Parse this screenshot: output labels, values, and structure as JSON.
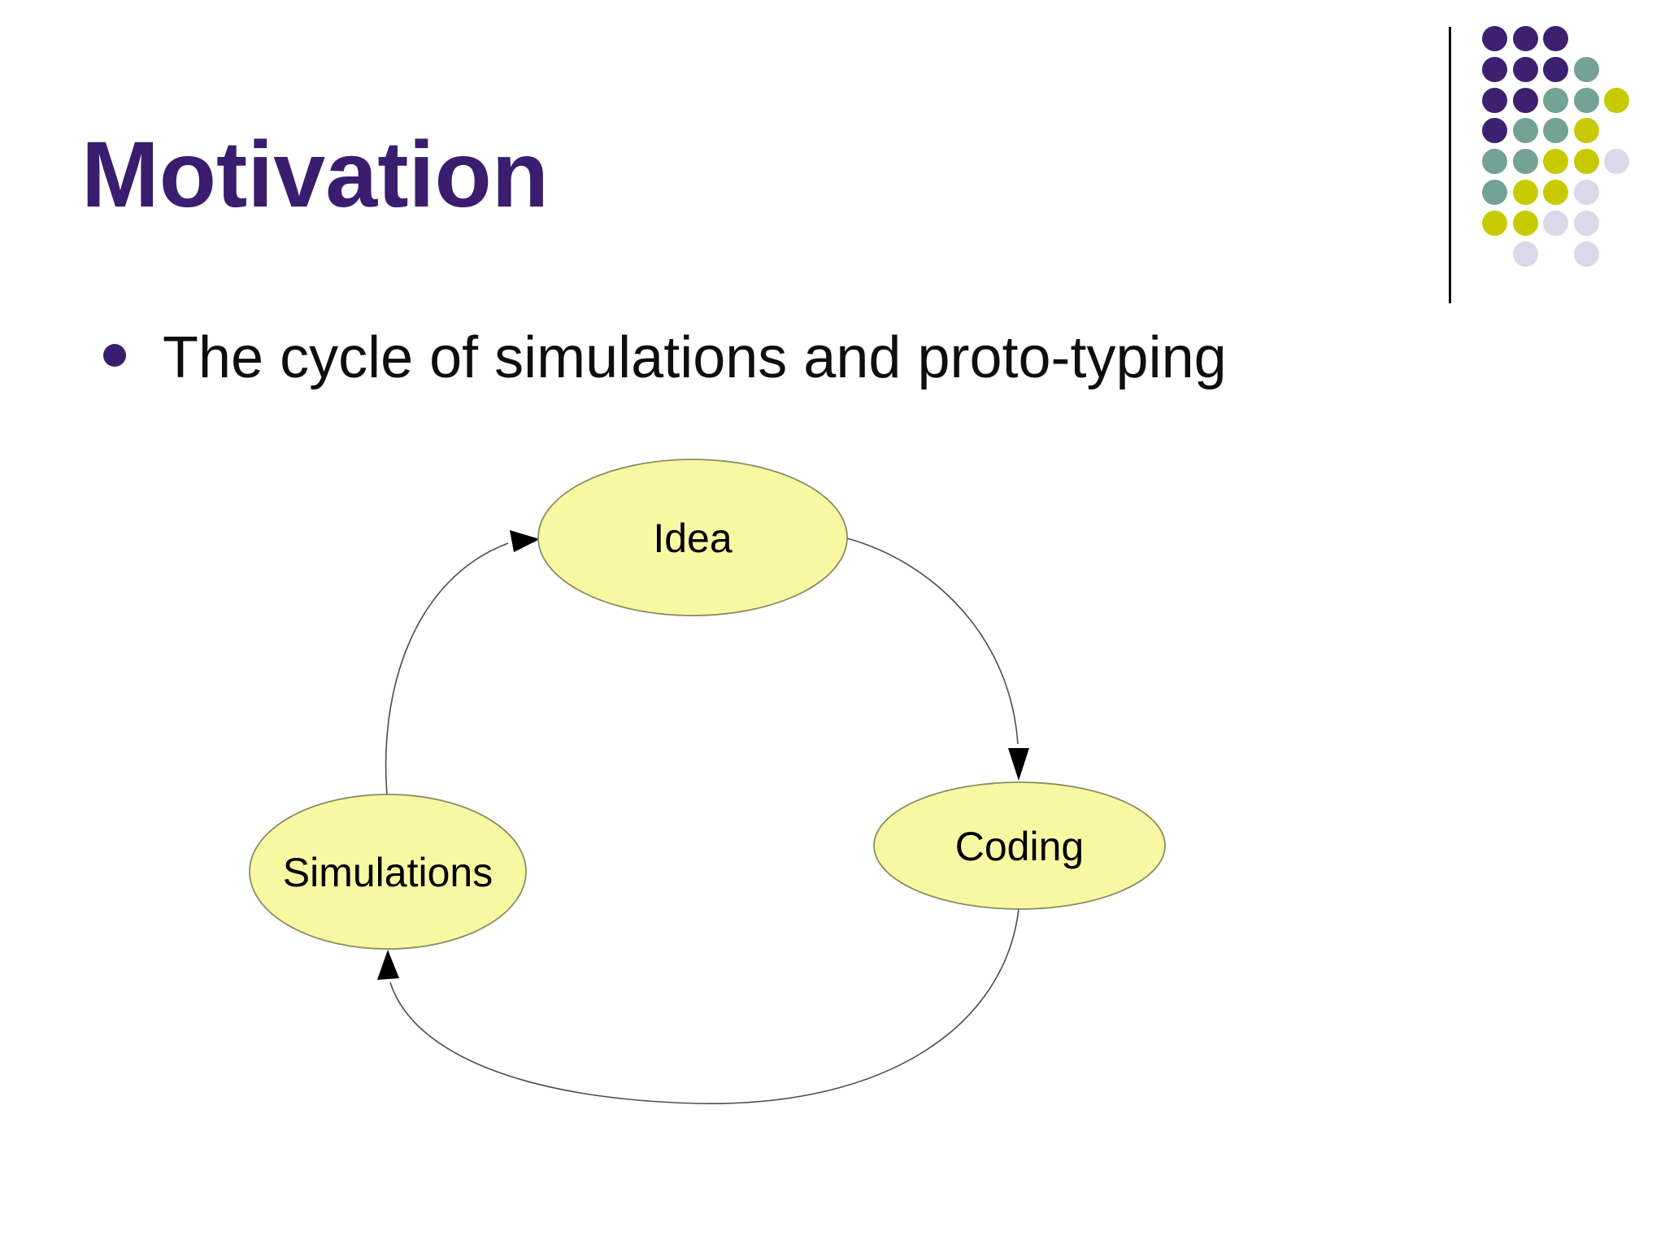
{
  "slide": {
    "title": "Motivation",
    "bullet": "The cycle of simulations and proto-typing"
  },
  "diagram": {
    "nodes": [
      {
        "id": "idea",
        "label": "Idea"
      },
      {
        "id": "coding",
        "label": "Coding"
      },
      {
        "id": "simulations",
        "label": "Simulations"
      }
    ],
    "edges": [
      {
        "from": "idea",
        "to": "coding"
      },
      {
        "from": "coding",
        "to": "simulations"
      },
      {
        "from": "simulations",
        "to": "idea"
      }
    ],
    "node_fill": "#f8f8a2",
    "node_border": "#8b8b62",
    "edge_color": "#4d4d4d",
    "arrow_color": "#000000"
  },
  "colors": {
    "background": "#ffffff",
    "title": "#3a1d6e",
    "bullet_dot": "#3a1d6e",
    "body_text": "#0e0e0e"
  },
  "decoration": {
    "line_color": "#000000",
    "dot_colors": {
      "p": "#3d2170",
      "t": "#74a294",
      "y": "#c8ca00",
      "l": "#dbd8ea"
    },
    "dot_rows": [
      "ppp..",
      "pppt.",
      "pptty",
      "ptty.",
      "ttyyl",
      "tyyl.",
      "yyll.",
      ".l.l."
    ]
  }
}
